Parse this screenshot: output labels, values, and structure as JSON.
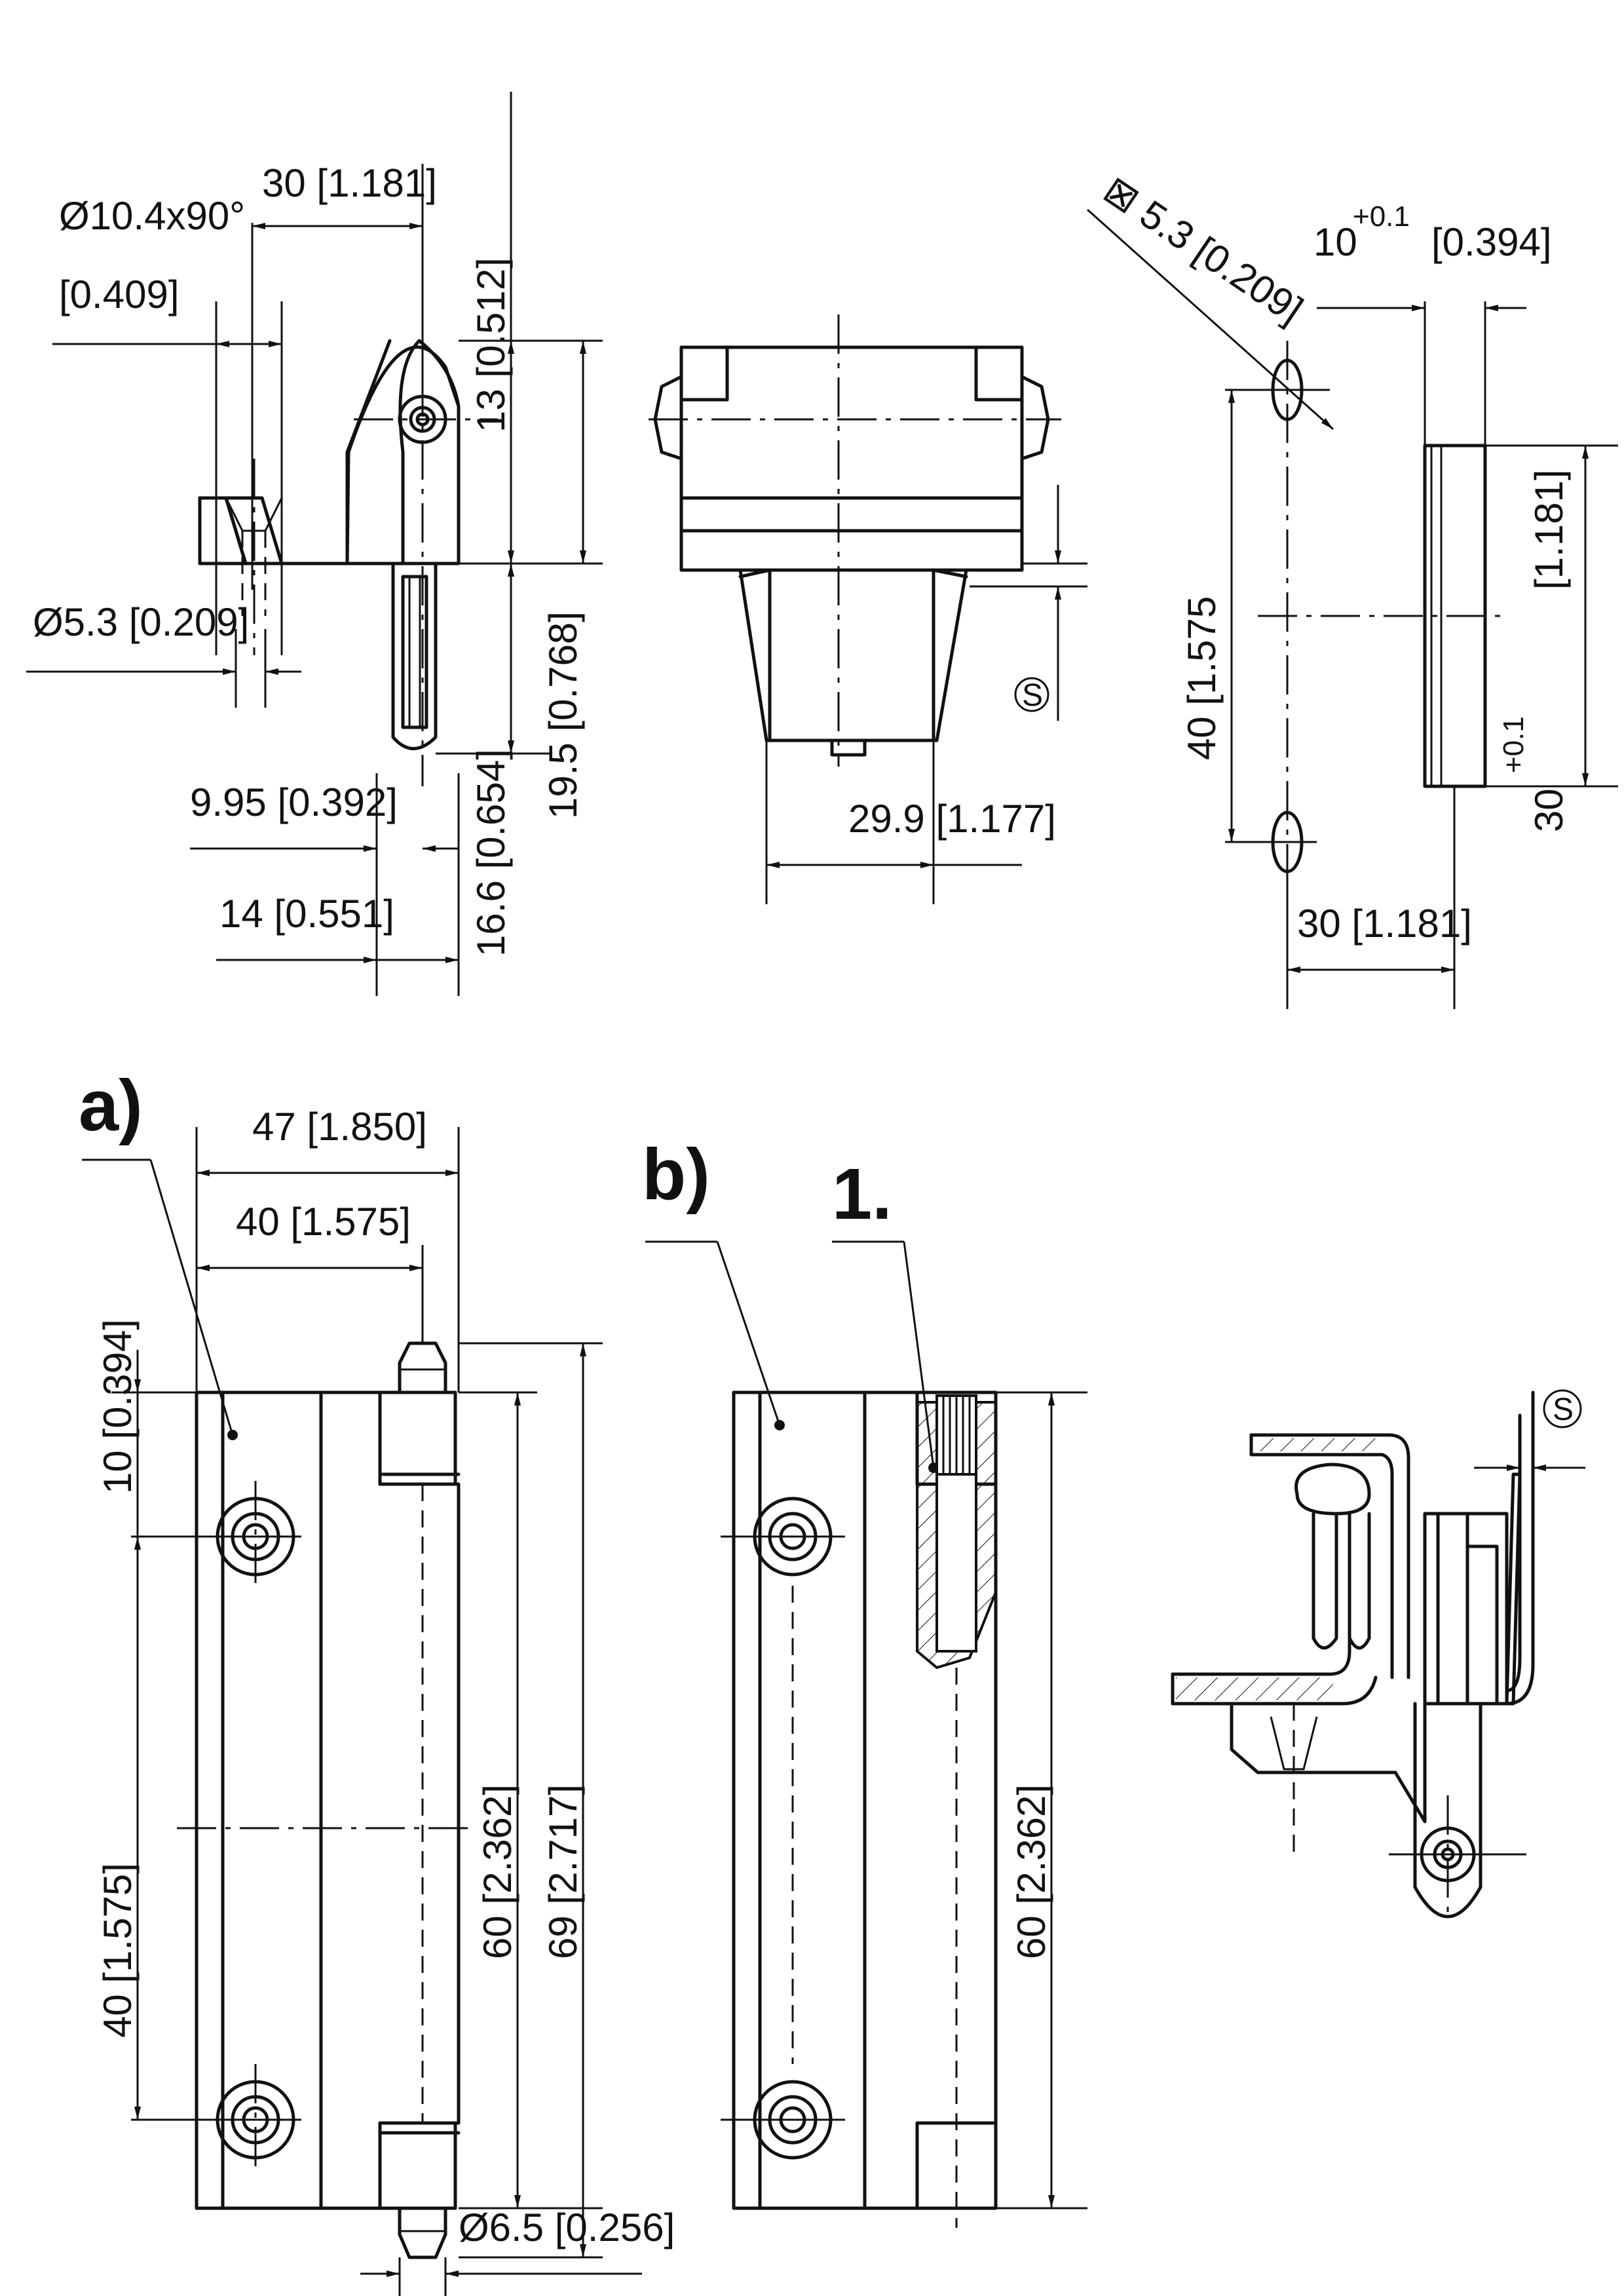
{
  "views": {
    "side": {
      "countersink": "Ø10.4x90°",
      "countersink_inch": "[0.409]",
      "width_30": "30 [1.181]",
      "height_13": "13 [0.512]",
      "height_19_5": "19.5 [0.768]",
      "height_16_6": "16.6 [0.654]",
      "hole": "Ø5.3 [0.209]",
      "offset_9_95": "9.95 [0.392]",
      "offset_14": "14 [0.551]"
    },
    "front": {
      "width_29_9": "29.9 [1.177]",
      "gap_symbol": "S"
    },
    "cutout": {
      "square_hole": "⊠ 5.3 [0.209]",
      "width_10": "10",
      "width_10_tol": "+0.1",
      "width_10_inch": "[0.394]",
      "pitch_40": "40 [1.575",
      "height_30": "30",
      "height_30_tol": "+0.1",
      "height_30_inch": "[1.181]",
      "offset_30": "30 [1.181]"
    },
    "a": {
      "label": "a)",
      "width_47": "47 [1.850]",
      "width_40": "40 [1.575]",
      "edge_10": "10 [0.394]",
      "pitch_40": "40 [1.575]",
      "height_60": "60 [2.362]",
      "height_69": "69 [2.717]",
      "pin_dia": "Ø6.5 [0.256]"
    },
    "b": {
      "label": "b)",
      "detail": "1.",
      "height_60": "60 [2.362]"
    },
    "section": {
      "gap_symbol": "S"
    }
  }
}
